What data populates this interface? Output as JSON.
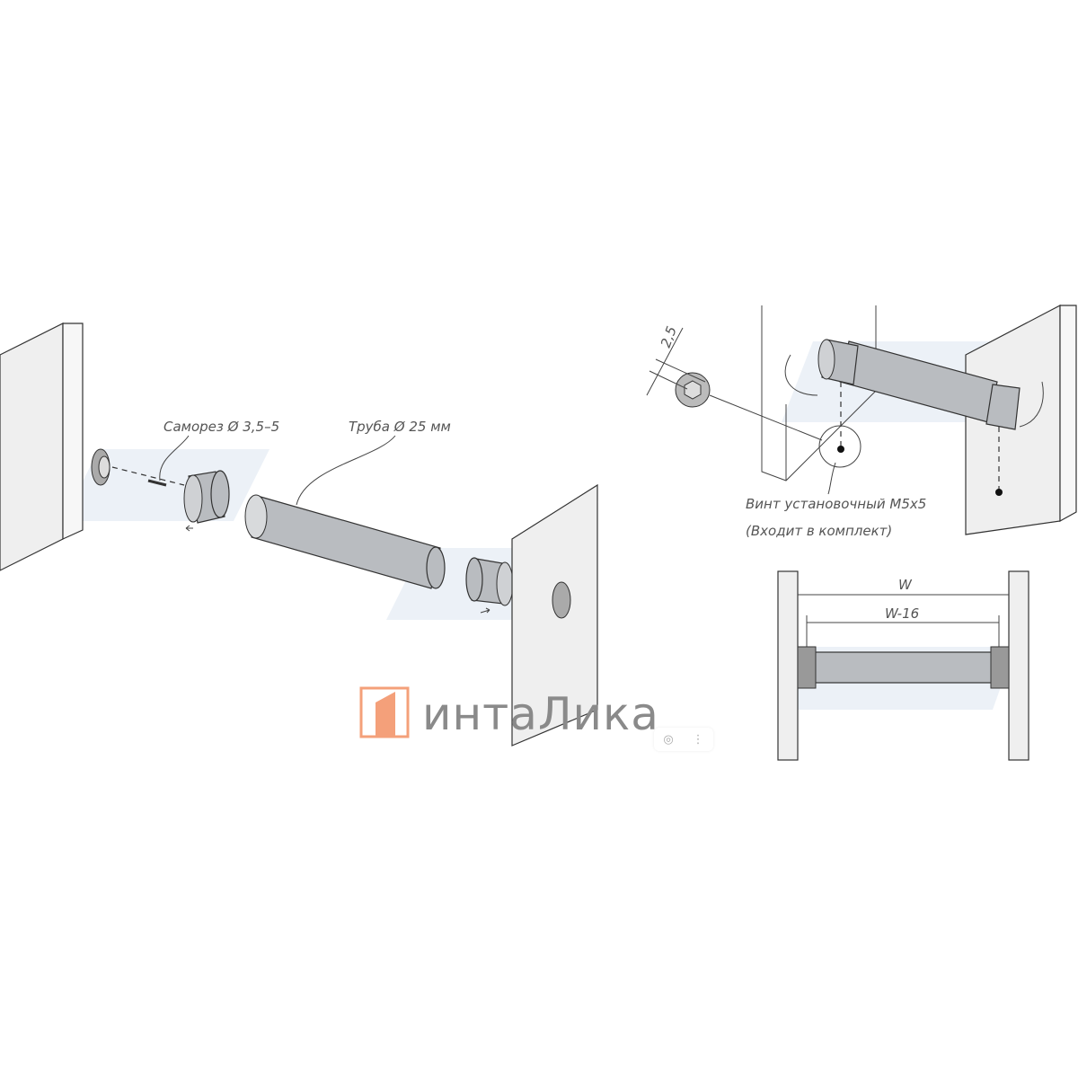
{
  "labels": {
    "screw": "Саморез Ø 3,5–5",
    "tube": "Труба Ø 25 мм",
    "set_screw": "Винт установочный M5x5",
    "included": "(Входит в комплект)",
    "dim_25": "2,5",
    "dim_w": "W",
    "dim_w16": "W-16"
  },
  "logo": {
    "text": "интаЛика",
    "accent": "#f4a07a"
  },
  "overlay": {
    "lens_icon": "lens-icon",
    "more_icon": "more-vertical-icon",
    "more_glyph": "⋮",
    "lens_glyph": "◎"
  }
}
